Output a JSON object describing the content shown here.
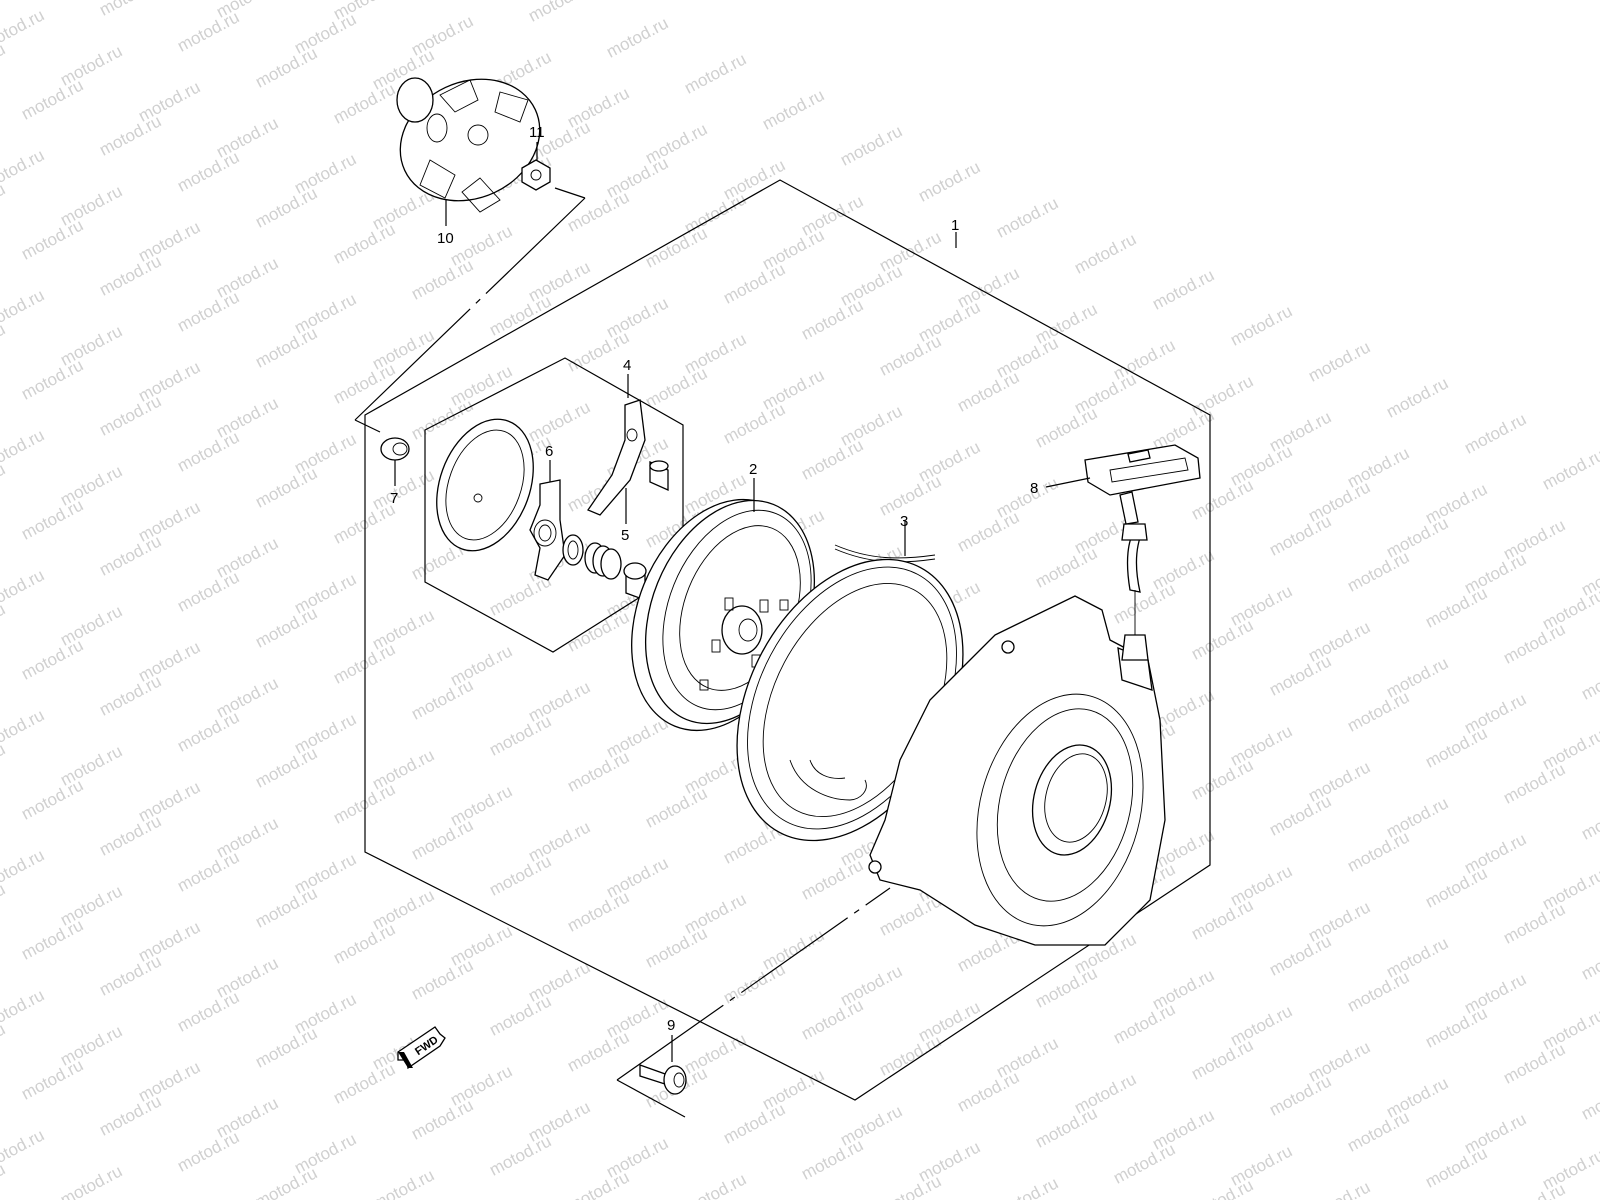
{
  "watermark": "motod.ru",
  "fwd_label": "FWD",
  "callouts": {
    "c1": "1",
    "c2": "2",
    "c3": "3",
    "c4": "4",
    "c5": "5",
    "c6": "6",
    "c7": "7",
    "c8": "8",
    "c9": "9",
    "c10": "10",
    "c11": "11"
  }
}
